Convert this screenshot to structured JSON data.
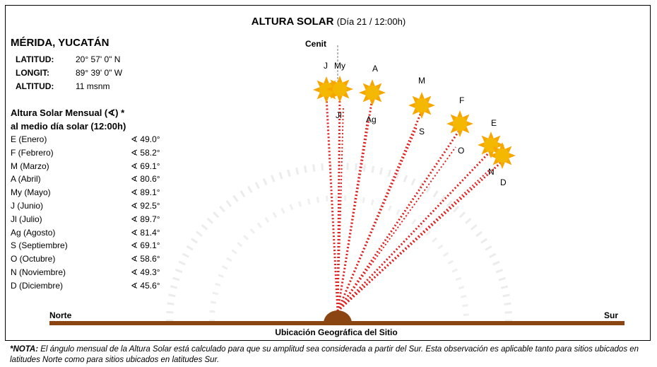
{
  "title": {
    "main": "ALTURA SOLAR",
    "sub": "(Día 21 / 12:00h)"
  },
  "location": {
    "name": "MÉRIDA, YUCATÁN",
    "latitude_label": "LATITUD:",
    "latitude": "20° 57' 0\"  N",
    "longitude_label": "LONGIT:",
    "longitude": "89° 39' 0\"  W",
    "altitude_label": "ALTITUD:",
    "altitude": "11   msnm"
  },
  "table": {
    "heading1": "Altura Solar Mensual (∢) *",
    "heading2": "al medio día solar (12:00h)",
    "rows": [
      {
        "month": "E (Enero)",
        "angle": "∢ 49.0°"
      },
      {
        "month": "F (Febrero)",
        "angle": "∢ 58.2°"
      },
      {
        "month": "M (Marzo)",
        "angle": "∢ 69.1°"
      },
      {
        "month": "A (Abril)",
        "angle": "∢ 80.6°"
      },
      {
        "month": "My (Mayo)",
        "angle": "∢ 89.1°"
      },
      {
        "month": "J (Junio)",
        "angle": "∢ 92.5°"
      },
      {
        "month": "Jl (Julio)",
        "angle": "∢ 89.7°"
      },
      {
        "month": "Ag (Agosto)",
        "angle": "∢ 81.4°"
      },
      {
        "month": "S (Septiembre)",
        "angle": "∢ 69.1°"
      },
      {
        "month": "O (Octubre)",
        "angle": "∢ 58.6°"
      },
      {
        "month": "N (Noviembre)",
        "angle": "∢ 49.3°"
      },
      {
        "month": "D (Diciembre)",
        "angle": "∢ 45.6°"
      }
    ]
  },
  "diagram": {
    "zenith_label": "Cenit",
    "north_label": "Norte",
    "south_label": "Sur",
    "ground_label": "Ubicación Geográfica del Sitio",
    "sun_labels": [
      "J",
      "My",
      "A",
      "M",
      "F",
      "E",
      "Jl",
      "Ag",
      "S",
      "O",
      "N",
      "D"
    ],
    "colors": {
      "ray": "#e02020",
      "ground": "#8b4513",
      "sun": "#f5b800"
    }
  },
  "note": {
    "prefix": "*NOTA:",
    "text": "El ángulo mensual de la Altura Solar está calculado para que su amplitud sea considerada a partir del Sur. Esta observación es aplicable tanto para sitios ubicados en latitudes Norte como para sitios ubicados en latitudes Sur."
  }
}
